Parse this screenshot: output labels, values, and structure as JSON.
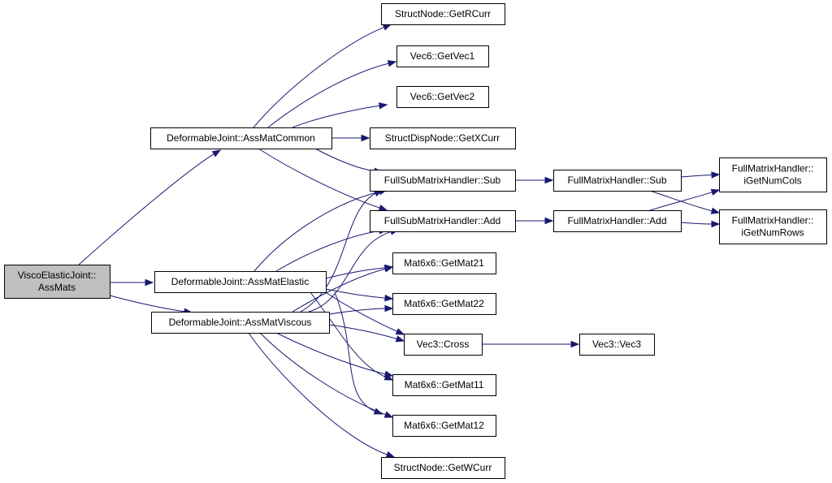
{
  "diagram": {
    "edge_color": "#191970",
    "root_fill": "#bfbfbf",
    "nodes": [
      {
        "id": "root",
        "lines": [
          "ViscoElasticJoint::",
          "AssMats"
        ]
      },
      {
        "id": "common",
        "lines": [
          "DeformableJoint::AssMatCommon"
        ]
      },
      {
        "id": "elastic",
        "lines": [
          "DeformableJoint::AssMatElastic"
        ]
      },
      {
        "id": "viscous",
        "lines": [
          "DeformableJoint::AssMatViscous"
        ]
      },
      {
        "id": "getrcurr",
        "lines": [
          "StructNode::GetRCurr"
        ]
      },
      {
        "id": "getvec1",
        "lines": [
          "Vec6::GetVec1"
        ]
      },
      {
        "id": "getvec2",
        "lines": [
          "Vec6::GetVec2"
        ]
      },
      {
        "id": "getxcurr",
        "lines": [
          "StructDispNode::GetXCurr"
        ]
      },
      {
        "id": "fsub",
        "lines": [
          "FullSubMatrixHandler::Sub"
        ]
      },
      {
        "id": "fadd",
        "lines": [
          "FullSubMatrixHandler::Add"
        ]
      },
      {
        "id": "mat21",
        "lines": [
          "Mat6x6::GetMat21"
        ]
      },
      {
        "id": "mat22",
        "lines": [
          "Mat6x6::GetMat22"
        ]
      },
      {
        "id": "cross",
        "lines": [
          "Vec3::Cross"
        ]
      },
      {
        "id": "mat11",
        "lines": [
          "Mat6x6::GetMat11"
        ]
      },
      {
        "id": "mat12",
        "lines": [
          "Mat6x6::GetMat12"
        ]
      },
      {
        "id": "getwcurr",
        "lines": [
          "StructNode::GetWCurr"
        ]
      },
      {
        "id": "fmsub",
        "lines": [
          "FullMatrixHandler::Sub"
        ]
      },
      {
        "id": "fmadd",
        "lines": [
          "FullMatrixHandler::Add"
        ]
      },
      {
        "id": "vec3",
        "lines": [
          "Vec3::Vec3"
        ]
      },
      {
        "id": "numcols",
        "lines": [
          "FullMatrixHandler::",
          "iGetNumCols"
        ]
      },
      {
        "id": "numrows",
        "lines": [
          "FullMatrixHandler::",
          "iGetNumRows"
        ]
      }
    ],
    "edges": [
      [
        "root",
        "common"
      ],
      [
        "root",
        "elastic"
      ],
      [
        "root",
        "viscous"
      ],
      [
        "common",
        "getrcurr"
      ],
      [
        "common",
        "getvec1"
      ],
      [
        "common",
        "getvec2"
      ],
      [
        "common",
        "getxcurr"
      ],
      [
        "common",
        "fsub"
      ],
      [
        "common",
        "fadd"
      ],
      [
        "elastic",
        "fsub"
      ],
      [
        "elastic",
        "fadd"
      ],
      [
        "elastic",
        "mat21"
      ],
      [
        "elastic",
        "mat22"
      ],
      [
        "elastic",
        "cross"
      ],
      [
        "elastic",
        "mat11"
      ],
      [
        "elastic",
        "mat12"
      ],
      [
        "viscous",
        "fsub"
      ],
      [
        "viscous",
        "fadd"
      ],
      [
        "viscous",
        "mat21"
      ],
      [
        "viscous",
        "mat22"
      ],
      [
        "viscous",
        "cross"
      ],
      [
        "viscous",
        "mat11"
      ],
      [
        "viscous",
        "mat12"
      ],
      [
        "viscous",
        "getwcurr"
      ],
      [
        "fsub",
        "fmsub"
      ],
      [
        "fadd",
        "fmadd"
      ],
      [
        "cross",
        "vec3"
      ],
      [
        "fmsub",
        "numcols"
      ],
      [
        "fmsub",
        "numrows"
      ],
      [
        "fmadd",
        "numcols"
      ],
      [
        "fmadd",
        "numrows"
      ]
    ]
  }
}
